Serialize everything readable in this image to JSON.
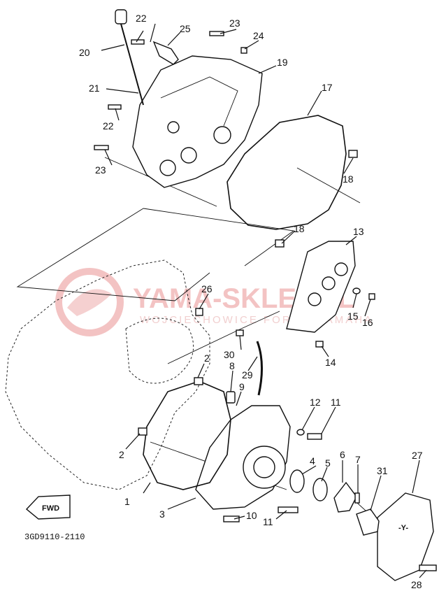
{
  "watermark": {
    "brand": "YAMA-SKLEP.PL",
    "subtitle": "WOJCIECHOWICE FORUM YAMAHA"
  },
  "fwd_label": "FWD",
  "diagram_code": "3GD9110-2110",
  "callouts": [
    {
      "id": "1",
      "label": "1"
    },
    {
      "id": "2a",
      "label": "2"
    },
    {
      "id": "2b",
      "label": "2"
    },
    {
      "id": "3",
      "label": "3"
    },
    {
      "id": "4",
      "label": "4"
    },
    {
      "id": "5",
      "label": "5"
    },
    {
      "id": "6",
      "label": "6"
    },
    {
      "id": "7",
      "label": "7"
    },
    {
      "id": "8",
      "label": "8"
    },
    {
      "id": "9",
      "label": "9"
    },
    {
      "id": "10",
      "label": "10"
    },
    {
      "id": "11a",
      "label": "11"
    },
    {
      "id": "11b",
      "label": "11"
    },
    {
      "id": "12",
      "label": "12"
    },
    {
      "id": "13",
      "label": "13"
    },
    {
      "id": "14",
      "label": "14"
    },
    {
      "id": "15",
      "label": "15"
    },
    {
      "id": "16",
      "label": "16"
    },
    {
      "id": "17",
      "label": "17"
    },
    {
      "id": "18a",
      "label": "18"
    },
    {
      "id": "18b",
      "label": "18"
    },
    {
      "id": "19",
      "label": "19"
    },
    {
      "id": "20",
      "label": "20"
    },
    {
      "id": "21",
      "label": "21"
    },
    {
      "id": "22a",
      "label": "22"
    },
    {
      "id": "22b",
      "label": "22"
    },
    {
      "id": "23a",
      "label": "23"
    },
    {
      "id": "23b",
      "label": "23"
    },
    {
      "id": "24",
      "label": "24"
    },
    {
      "id": "25",
      "label": "25"
    },
    {
      "id": "26",
      "label": "26"
    },
    {
      "id": "27",
      "label": "27"
    },
    {
      "id": "28",
      "label": "28"
    },
    {
      "id": "29",
      "label": "29"
    },
    {
      "id": "30",
      "label": "30"
    },
    {
      "id": "31",
      "label": "31"
    }
  ]
}
